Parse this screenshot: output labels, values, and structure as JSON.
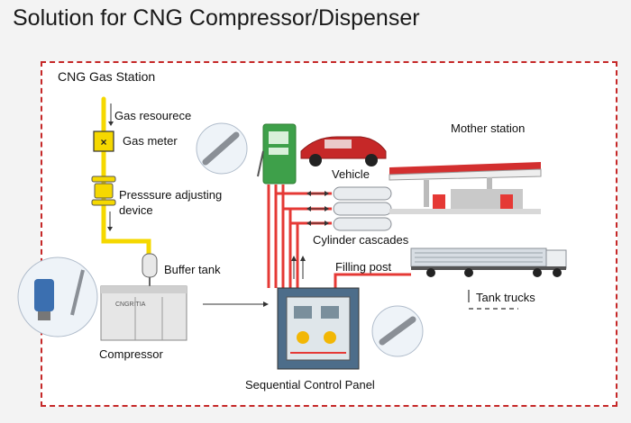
{
  "page": {
    "title": "Solution for CNG Compressor/Dispenser"
  },
  "station": {
    "label": "CNG Gas Station"
  },
  "labels": {
    "gas_source": "Gas resourece",
    "gas_meter": "Gas meter",
    "pressure_adjusting_line1": "Presssure adjusting",
    "pressure_adjusting_line2": "device",
    "buffer_tank": "Buffer tank",
    "compressor": "Compressor",
    "vehicle": "Vehicle",
    "mother_station": "Mother station",
    "cylinder_cascades": "Cylinder cascades",
    "filling_post": "Filling post",
    "tank_trucks": "Tank trucks",
    "control_panel": "Sequential Control Panel"
  },
  "colors": {
    "gas_line": "#f5d800",
    "high_pressure_line": "#e53935",
    "frame_border": "#c62828",
    "dispenser": "#3ea04a",
    "vehicle": "#c62828",
    "canopy": "#d32f2f"
  },
  "icons": [
    "pressure-sensor-icon",
    "gas-meter-icon",
    "dispenser-icon",
    "car-icon",
    "gas-station-icon",
    "cylinder-icon",
    "tank-truck-icon",
    "compressor-icon",
    "control-panel-icon",
    "buffer-tank-icon"
  ]
}
